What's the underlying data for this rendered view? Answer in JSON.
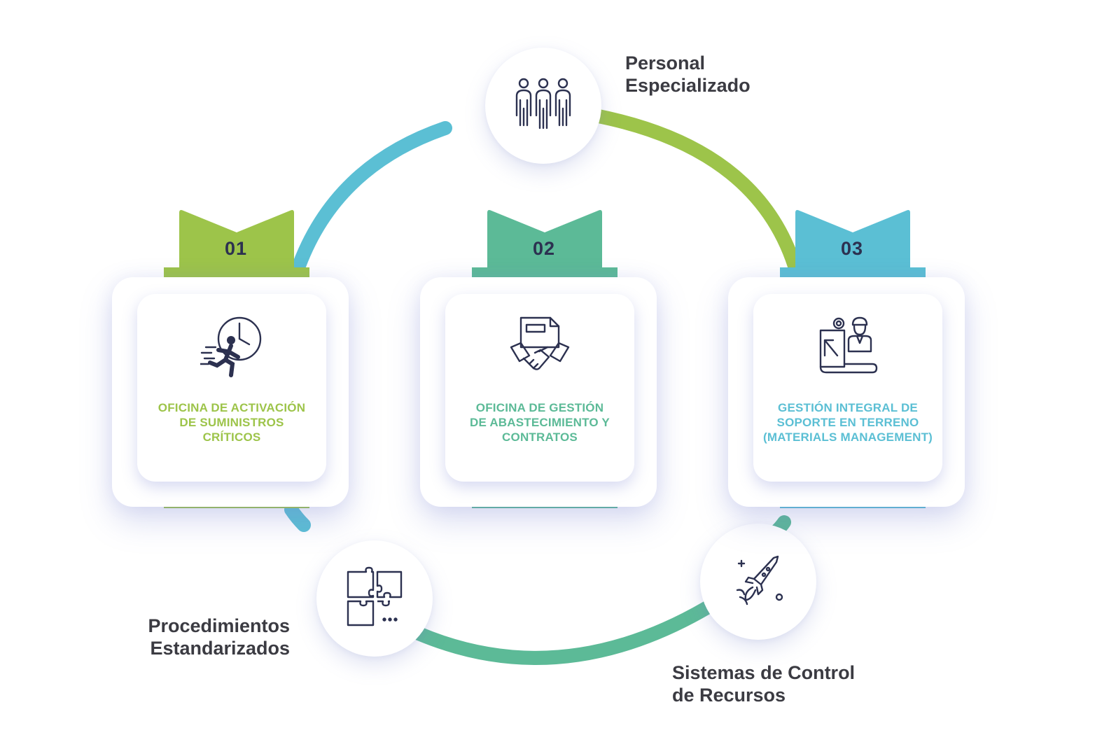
{
  "colors": {
    "green": "#9dc44a",
    "teal": "#5cba97",
    "blue": "#5bbfd4",
    "navy": "#2c3150",
    "label_text": "#3b3b42"
  },
  "nodes": [
    {
      "id": "personal",
      "label": "Personal\nEspecializado",
      "icon": "people-icon"
    },
    {
      "id": "procedimientos",
      "label": "Procedimientos\nEstandarizados",
      "icon": "puzzle-icon"
    },
    {
      "id": "sistemas",
      "label": "Sistemas de Control\nde Recursos",
      "icon": "rocket-icon"
    }
  ],
  "cards": [
    {
      "number": "01",
      "title": "OFICINA DE ACTIVACIÓN\nDE SUMINISTROS\nCRÍTICOS",
      "color": "#9dc44a",
      "icon": "running-clock-icon"
    },
    {
      "number": "02",
      "title": "OFICINA DE GESTIÓN\nDE ABASTECIMIENTO Y\nCONTRATOS",
      "color": "#5cba97",
      "icon": "handshake-document-icon"
    },
    {
      "number": "03",
      "title": "GESTIÓN INTEGRAL DE\nSOPORTE EN TERRENO\n(MATERIALS MANAGEMENT)",
      "color": "#5bbfd4",
      "icon": "engineer-icon"
    }
  ]
}
